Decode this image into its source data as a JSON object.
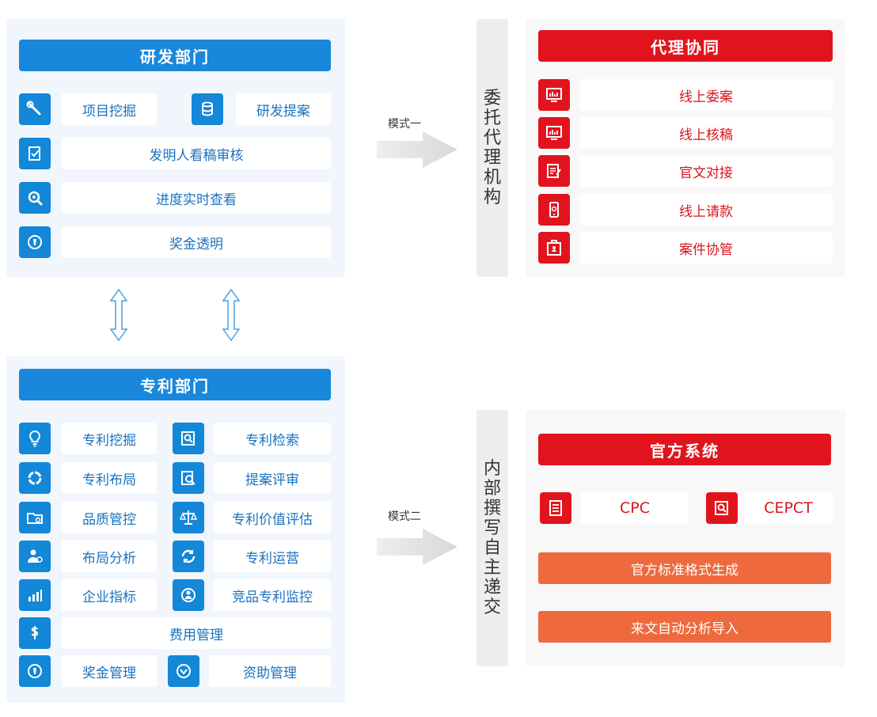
{
  "rd": {
    "title": "研发部门",
    "items": {
      "mining": "项目挖掘",
      "proposal": "研发提案",
      "review": "发明人看稿审核",
      "progress": "进度实时查看",
      "bonus": "奖金透明"
    }
  },
  "patent": {
    "title": "专利部门",
    "items": {
      "mining": "专利挖掘",
      "search": "专利检索",
      "layout": "专利布局",
      "proposal_review": "提案评审",
      "quality": "品质管控",
      "valuation": "专利价值评估",
      "analysis": "布局分析",
      "operation": "专利运营",
      "indicator": "企业指标",
      "monitor": "竞品专利监控",
      "fee": "费用管理",
      "bonus": "奖金管理",
      "funding": "资助管理"
    }
  },
  "mode1": {
    "label": "模式一",
    "column": "委托代理机构"
  },
  "mode2": {
    "label": "模式二",
    "column": "内部撰写自主递交"
  },
  "agency": {
    "title": "代理协同",
    "items": {
      "filing": "线上委案",
      "draft_check": "线上核稿",
      "docs": "官文对接",
      "payment": "线上请款",
      "case": "案件协管"
    }
  },
  "official": {
    "title": "官方系统",
    "cpc": "CPC",
    "cepct": "CEPCT",
    "format": "官方标准格式生成",
    "import": "来文自动分析导入"
  },
  "colors": {
    "blue": "#1887dc",
    "red": "#e1141e",
    "orange": "#ee6a3e"
  }
}
